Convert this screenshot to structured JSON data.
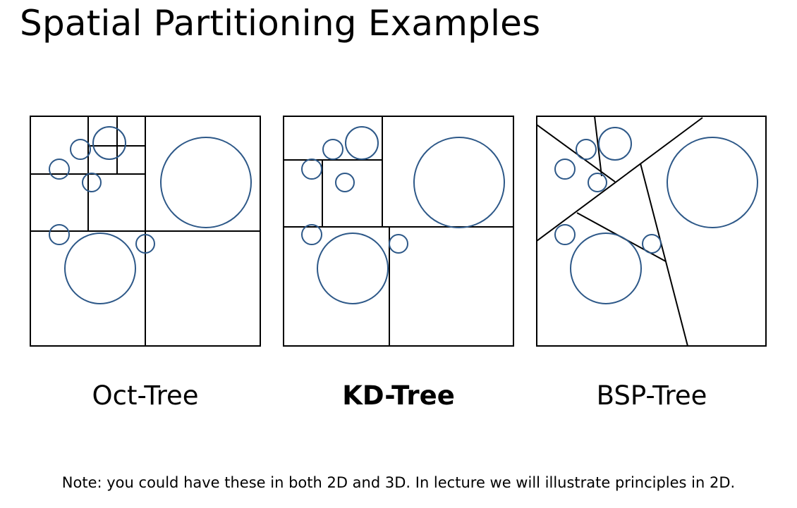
{
  "title": "Spatial Partitioning Examples",
  "diagrams": [
    {
      "caption": "Oct-Tree",
      "bold": false
    },
    {
      "caption": "KD-Tree",
      "bold": true
    },
    {
      "caption": "BSP-Tree",
      "bold": false
    }
  ],
  "note": "Note: you could have these in both 2D and 3D.  In lecture we will illustrate principles in 2D.",
  "colors": {
    "partition_line": "#000000",
    "object_circle": "#2d5888"
  }
}
